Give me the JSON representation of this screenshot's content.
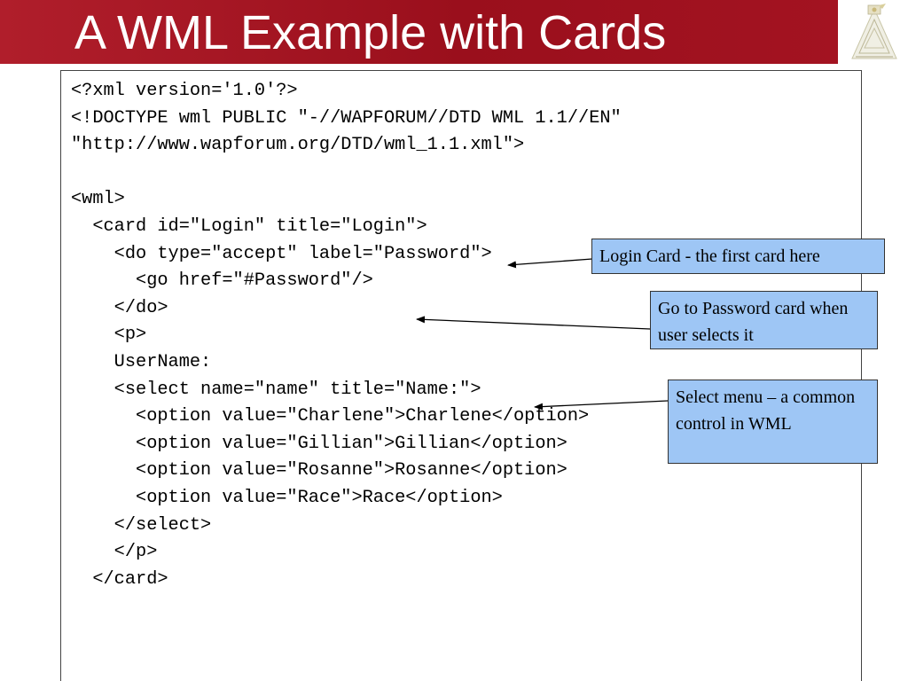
{
  "slide": {
    "title": "A WML Example with Cards"
  },
  "code": {
    "lines": [
      "<?xml version='1.0'?>",
      "<!DOCTYPE wml PUBLIC \"-//WAPFORUM//DTD WML 1.1//EN\"",
      "\"http://www.wapforum.org/DTD/wml_1.1.xml\">",
      "",
      "<wml>",
      "  <card id=\"Login\" title=\"Login\">",
      "    <do type=\"accept\" label=\"Password\">",
      "      <go href=\"#Password\"/>",
      "    </do>",
      "    <p>",
      "    UserName:",
      "    <select name=\"name\" title=\"Name:\">",
      "      <option value=\"Charlene\">Charlene</option>",
      "      <option value=\"Gillian\">Gillian</option>",
      "      <option value=\"Rosanne\">Rosanne</option>",
      "      <option value=\"Race\">Race</option>",
      "    </select>",
      "    </p>",
      "  </card>"
    ]
  },
  "callouts": {
    "login_card": "Login Card - the first card here",
    "password_card": "Go to Password card when user selects it",
    "select_menu": "Select menu – a common control in WML"
  },
  "colors": {
    "title_bar": "#a01424",
    "callout_fill": "#9ec6f5",
    "title_text": "#ffffff"
  }
}
